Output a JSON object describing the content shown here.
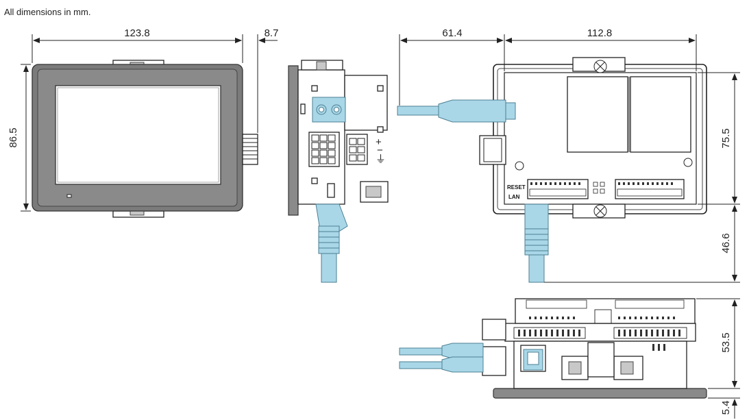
{
  "note": "All dimensions in mm.",
  "dimensions": {
    "front_width": "123.8",
    "front_depth": "8.7",
    "front_height": "86.5",
    "rear_cable_length": "61.4",
    "rear_width": "112.8",
    "rear_height": "75.5",
    "rear_cable_drop": "46.6",
    "bottom_height": "53.5",
    "bottom_bezel": "5.4"
  },
  "labels": {
    "reset": "RESET",
    "lan": "LAN"
  }
}
